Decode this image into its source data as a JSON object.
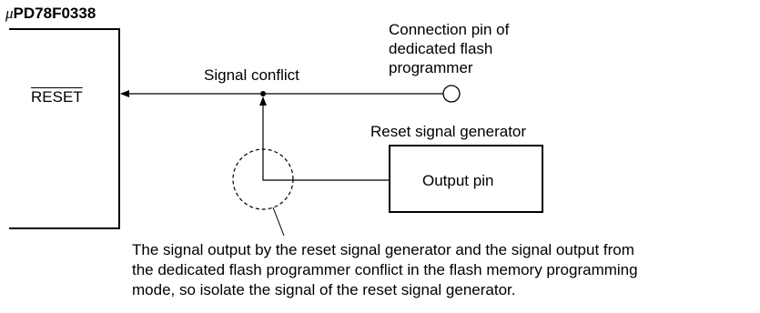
{
  "chip": {
    "mu": "μ",
    "part": "PD78F0338"
  },
  "pins": {
    "reset": "RESET"
  },
  "labels": {
    "signal_conflict": "Signal conflict",
    "connection_pin_lines": [
      "Connection pin of",
      "dedicated flash",
      "programmer"
    ],
    "reset_signal_generator": "Reset signal generator",
    "output_pin": "Output pin"
  },
  "note_lines": [
    "The signal output by the reset signal generator and the signal output from",
    "the dedicated flash programmer conflict in the flash memory programming",
    "mode, so isolate the signal of the reset signal generator."
  ]
}
